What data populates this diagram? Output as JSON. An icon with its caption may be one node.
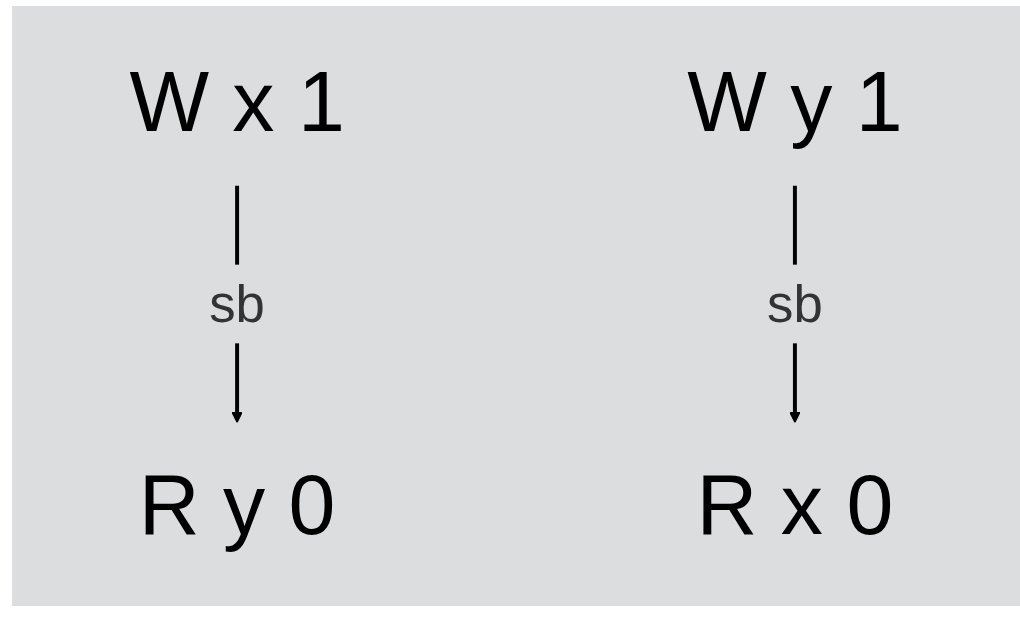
{
  "diagram": {
    "nodes": [
      {
        "text": [
          "W x 1"
        ]
      },
      {
        "text": [
          "R y 0"
        ]
      },
      {
        "text": [
          "W y 1"
        ]
      },
      {
        "text": [
          "R x 0"
        ]
      }
    ],
    "edges": [
      {
        "from": 0,
        "to": 1,
        "arrow": "to",
        "label": "sb"
      },
      {
        "from": 2,
        "to": 3,
        "arrow": "to",
        "label": "sb"
      }
    ]
  }
}
